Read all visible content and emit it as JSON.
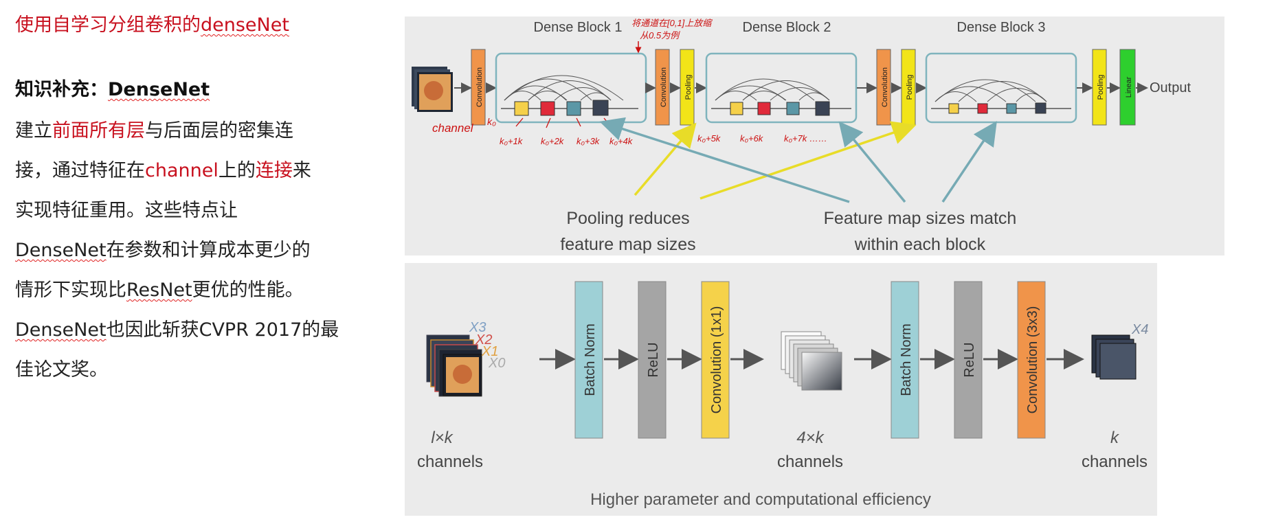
{
  "title": {
    "prefix": "使用自学习分组卷积的",
    "link": "denseNet"
  },
  "heading": {
    "label": "知识补充：",
    "term": "DenseNet"
  },
  "body": {
    "l1a": "建立",
    "l1b": "前面所有层",
    "l1c": "与后面层的密集连",
    "l2a": "接，通过特征在",
    "l2b": "channel",
    "l2c": "上的",
    "l2d": "连接",
    "l2e": "来",
    "l3": "实现特征重用。这些特点让",
    "l4a": "DenseNet",
    "l4b": "在参数和计算成本更少的",
    "l5a": "情形下实现比",
    "l5b": "ResNet",
    "l5c": "更优的性能。",
    "l6a": "DenseNet",
    "l6b": "也因此斩获CVPR 2017的最",
    "l7": "佳论文奖。"
  },
  "top": {
    "blocks": [
      "Dense Block 1",
      "Dense Block 2",
      "Dense Block 3"
    ],
    "convolution": "Convolution",
    "pooling": "Pooling",
    "linear": "Linear",
    "output": "Output",
    "caption1_l1": "Pooling reduces",
    "caption1_l2": "feature map sizes",
    "caption2_l1": "Feature map sizes match",
    "caption2_l2": "within each block",
    "notes": {
      "top1": "将通道在[0,1]上放缩",
      "top2": "从0.5为例",
      "channel": "channel",
      "k0": "k₀",
      "a1": "k₀+1k",
      "a2": "k₀+2k",
      "a3": "k₀+3k",
      "a4": "k₀+4k",
      "b1": "k₀+5k",
      "b2": "k₀+6k",
      "b3": "k₀+7k ……"
    }
  },
  "bottom": {
    "xlabels": [
      "X3",
      "X2",
      "X1",
      "X0"
    ],
    "x4": "X4",
    "batch_norm": "Batch Norm",
    "relu": "ReLU",
    "conv1": "Convolution (1x1)",
    "conv3": "Convolution (3x3)",
    "in_k": "l×k",
    "mid_k": "4×k",
    "out_k": "k",
    "channels": "channels",
    "footer": "Higher parameter and computational efficiency"
  },
  "colors": {
    "conv": "#f0944a",
    "pool": "#f2e418",
    "linear": "#2ecf2e",
    "bn": "#9ed0d6",
    "relu": "#a5a5a5",
    "conv1": "#f5d24a",
    "block": "#7fb4bd",
    "note": "#cc1111",
    "arrow_y": "#e8dc28",
    "arrow_b": "#76aab4"
  }
}
